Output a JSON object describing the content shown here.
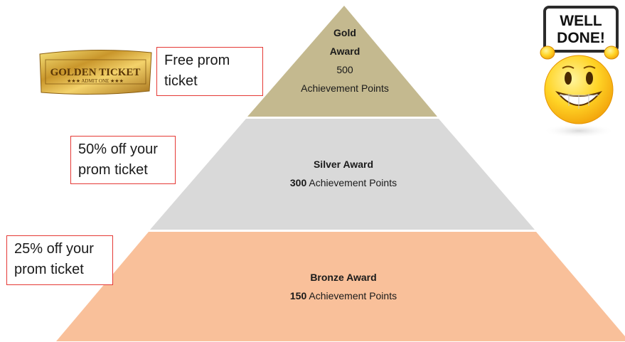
{
  "colors": {
    "gold": "#c4b98f",
    "silver": "#d9d9d9",
    "bronze": "#f9c09a",
    "accent_red": "#e53935"
  },
  "tiers": {
    "gold": {
      "title_line1": "Gold",
      "title_line2": "Award",
      "points": "500",
      "points_label": "Achievement Points"
    },
    "silver": {
      "title": "Silver Award",
      "points": "300",
      "points_label": " Achievement Points"
    },
    "bronze": {
      "title": "Bronze Award",
      "points": "150",
      "points_label": " Achievement Points"
    }
  },
  "rewards": {
    "gold": {
      "line1": "Free prom",
      "line2": "ticket"
    },
    "silver": {
      "line1": "50% off your",
      "line2": "prom ticket"
    },
    "bronze": {
      "line1": "25% off your",
      "line2": "prom ticket"
    }
  },
  "images": {
    "golden_ticket": {
      "title": "GOLDEN TICKET",
      "subtitle": "★★★ ADMIT ONE ★★★"
    },
    "well_done_sign": {
      "line1": "WELL",
      "line2": "DONE!"
    }
  }
}
